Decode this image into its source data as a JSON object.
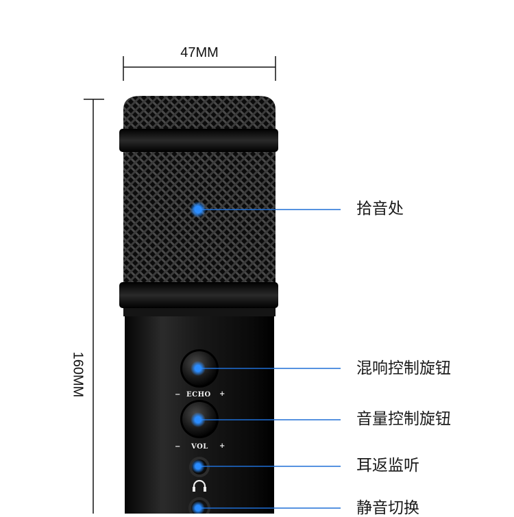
{
  "dimensions": {
    "width": "47MM",
    "height": "160MM"
  },
  "callouts": [
    {
      "name": "pickup-area",
      "label": "拾音处"
    },
    {
      "name": "echo-knob",
      "label": "混响控制旋钮"
    },
    {
      "name": "volume-knob",
      "label": "音量控制旋钮"
    },
    {
      "name": "headphone-jack",
      "label": "耳返监听"
    },
    {
      "name": "mute-switch",
      "label": "静音切换"
    }
  ],
  "knobs": {
    "echo": {
      "minus": "−",
      "label": "ECHO",
      "plus": "+"
    },
    "vol": {
      "minus": "−",
      "label": "VOL",
      "plus": "+"
    }
  },
  "colors": {
    "callout_line": "#1f6fd6",
    "callout_dot": "#2a8cff",
    "mic_body": "#101010"
  },
  "icons": {
    "headphone": "headphone-icon"
  }
}
